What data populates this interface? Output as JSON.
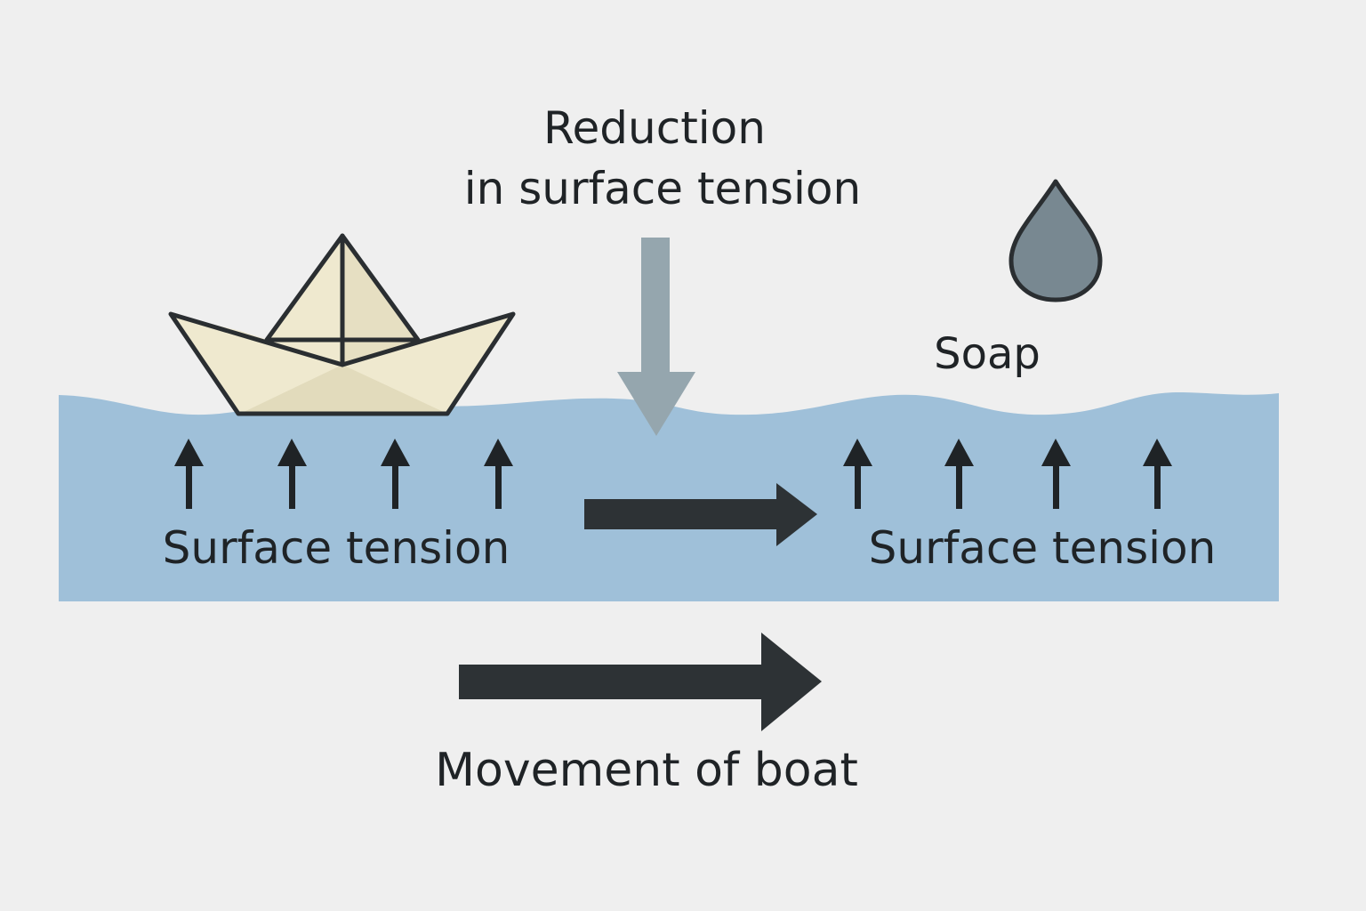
{
  "labels": {
    "reduction_line1": "Reduction",
    "reduction_line2": "in surface tension",
    "soap": "Soap",
    "surface_tension_left": "Surface tension",
    "surface_tension_right": "Surface tension",
    "movement": "Movement of boat"
  },
  "colors": {
    "background": "#efefef",
    "water": "#9fc0d9",
    "boat_paper": "#efe9cf",
    "boat_shade": "#e1d9b7",
    "boat_inner": "#c8b496",
    "outline": "#2a2e31",
    "soap_drop": "#788891",
    "reduction_arrow": "#95a6ae",
    "dark_arrow": "#2d3235"
  },
  "icons": {
    "boat": "paper-boat-icon",
    "soap": "soap-drop-icon",
    "force": "up-arrow-icon"
  }
}
